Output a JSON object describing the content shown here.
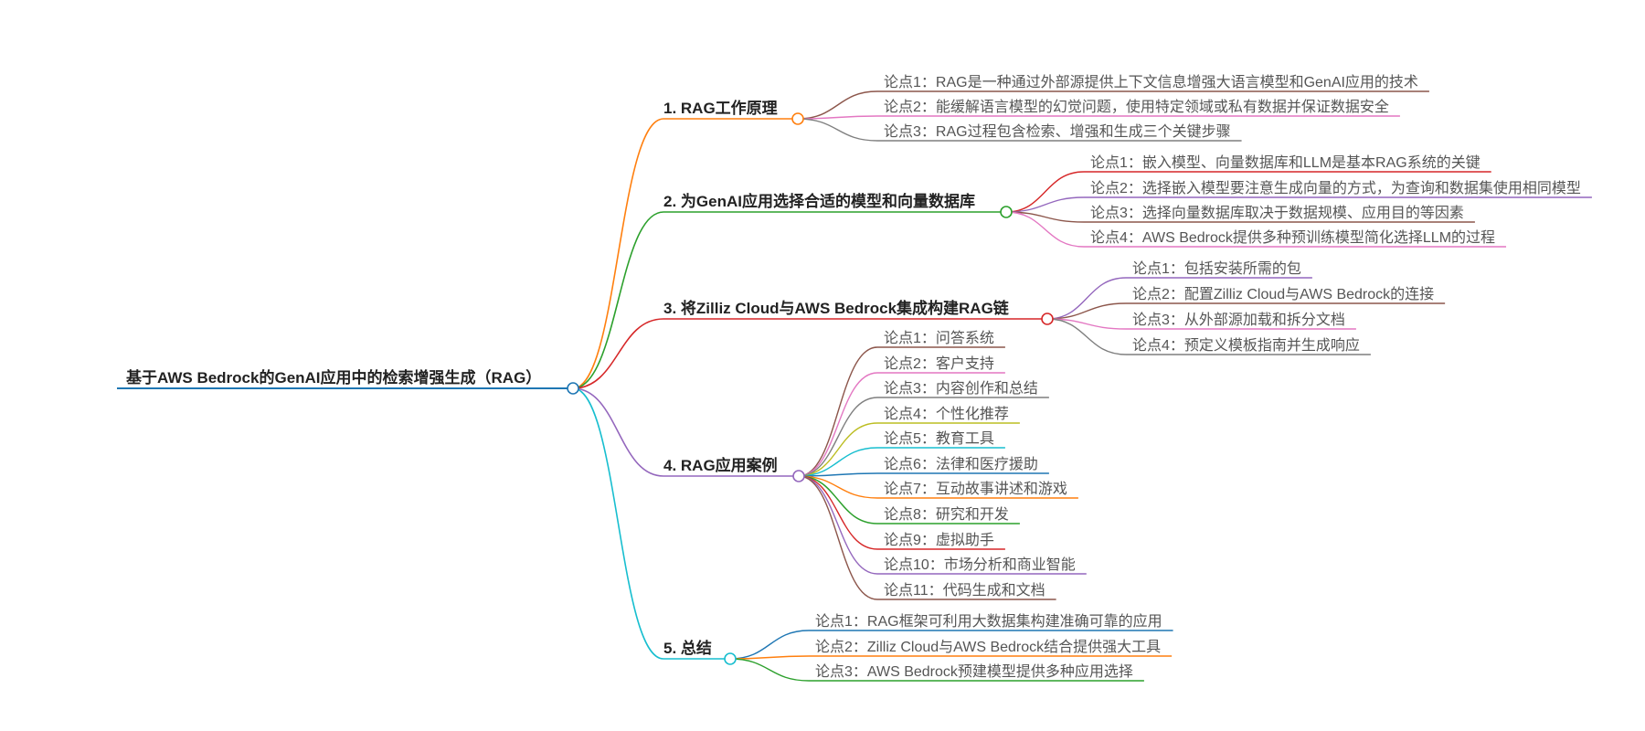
{
  "root": {
    "label": "基于AWS Bedrock的GenAI应用中的检索增强生成（RAG）",
    "color": "#1f77b4"
  },
  "branches": [
    {
      "id": "b1",
      "label": "1. RAG工作原理",
      "color": "#ff7f0e",
      "children": [
        {
          "label": "论点1：RAG是一种通过外部源提供上下文信息增强大语言模型和GenAI应用的技术",
          "color": "#8c564b"
        },
        {
          "label": "论点2：能缓解语言模型的幻觉问题，使用特定领域或私有数据并保证数据安全",
          "color": "#e377c2"
        },
        {
          "label": "论点3：RAG过程包含检索、增强和生成三个关键步骤",
          "color": "#7f7f7f"
        }
      ]
    },
    {
      "id": "b2",
      "label": "2. 为GenAI应用选择合适的模型和向量数据库",
      "color": "#2ca02c",
      "children": [
        {
          "label": "论点1：嵌入模型、向量数据库和LLM是基本RAG系统的关键",
          "color": "#d62728"
        },
        {
          "label": "论点2：选择嵌入模型要注意生成向量的方式，为查询和数据集使用相同模型",
          "color": "#9467bd"
        },
        {
          "label": "论点3：选择向量数据库取决于数据规模、应用目的等因素",
          "color": "#8c564b"
        },
        {
          "label": "论点4：AWS Bedrock提供多种预训练模型简化选择LLM的过程",
          "color": "#e377c2"
        }
      ]
    },
    {
      "id": "b3",
      "label": "3. 将Zilliz Cloud与AWS Bedrock集成构建RAG链",
      "color": "#d62728",
      "children": [
        {
          "label": "论点1：包括安装所需的包",
          "color": "#9467bd"
        },
        {
          "label": "论点2：配置Zilliz Cloud与AWS Bedrock的连接",
          "color": "#8c564b"
        },
        {
          "label": "论点3：从外部源加载和拆分文档",
          "color": "#e377c2"
        },
        {
          "label": "论点4：预定义模板指南并生成响应",
          "color": "#7f7f7f"
        }
      ]
    },
    {
      "id": "b4",
      "label": "4. RAG应用案例",
      "color": "#9467bd",
      "children": [
        {
          "label": "论点1：问答系统",
          "color": "#8c564b"
        },
        {
          "label": "论点2：客户支持",
          "color": "#e377c2"
        },
        {
          "label": "论点3：内容创作和总结",
          "color": "#7f7f7f"
        },
        {
          "label": "论点4：个性化推荐",
          "color": "#bcbd22"
        },
        {
          "label": "论点5：教育工具",
          "color": "#17becf"
        },
        {
          "label": "论点6：法律和医疗援助",
          "color": "#1f77b4"
        },
        {
          "label": "论点7：互动故事讲述和游戏",
          "color": "#ff7f0e"
        },
        {
          "label": "论点8：研究和开发",
          "color": "#2ca02c"
        },
        {
          "label": "论点9：虚拟助手",
          "color": "#d62728"
        },
        {
          "label": "论点10：市场分析和商业智能",
          "color": "#9467bd"
        },
        {
          "label": "论点11：代码生成和文档",
          "color": "#8c564b"
        }
      ]
    },
    {
      "id": "b5",
      "label": "5. 总结",
      "color": "#17becf",
      "children": [
        {
          "label": "论点1：RAG框架可利用大数据集构建准确可靠的应用",
          "color": "#1f77b4"
        },
        {
          "label": "论点2：Zilliz Cloud与AWS Bedrock结合提供强大工具",
          "color": "#ff7f0e"
        },
        {
          "label": "论点3：AWS Bedrock预建模型提供多种应用选择",
          "color": "#2ca02c"
        }
      ]
    }
  ]
}
